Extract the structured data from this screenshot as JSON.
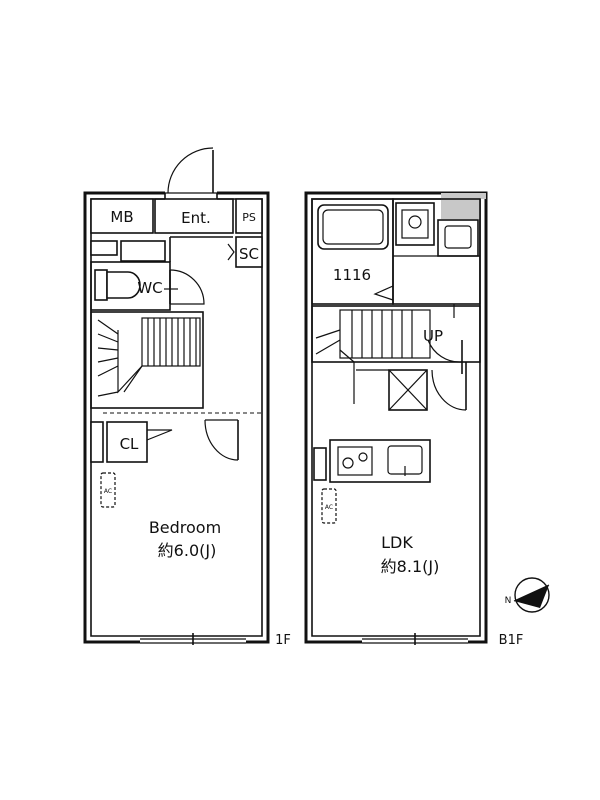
{
  "floors": [
    {
      "floor_label": "1F",
      "rooms": {
        "mb": "MB",
        "entrance": "Ent.",
        "ps": "PS",
        "sc": "SC",
        "wc": "WC",
        "closet": "CL",
        "bedroom": "Bedroom",
        "bedroom_size": "約6.0(J)",
        "ac": "AC"
      }
    },
    {
      "floor_label": "B1F",
      "rooms": {
        "bath_label": "1116",
        "up": "UP",
        "ldk": "LDK",
        "ldk_size": "約8.1(J)",
        "ac": "AC"
      }
    }
  ],
  "compass": {
    "label": "N"
  }
}
